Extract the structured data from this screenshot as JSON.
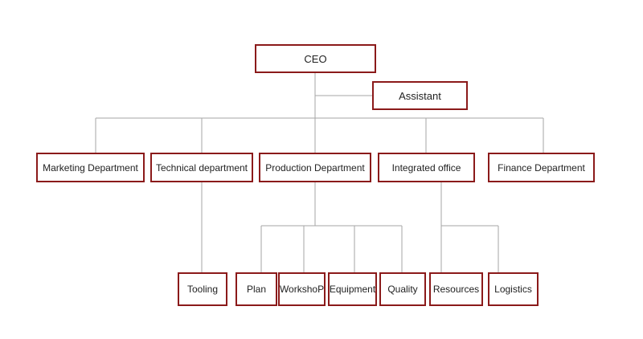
{
  "colors": {
    "box_border": "#8b1a1a",
    "connector": "#a6a6a6",
    "text": "#222222"
  },
  "org_chart": {
    "ceo": "CEO",
    "assistant": "Assistant",
    "departments": {
      "marketing": "Marketing Department",
      "technical": "Technical department",
      "production": "Production Department",
      "integrated": "Integrated office",
      "finance": "Finance Department"
    },
    "units": {
      "tooling": "Tooling",
      "plan": "Plan",
      "workshop": "WorkshoP",
      "equipment": "Equipment",
      "quality": "Quality",
      "resources": "Resources",
      "logistics": "Logistics"
    }
  }
}
